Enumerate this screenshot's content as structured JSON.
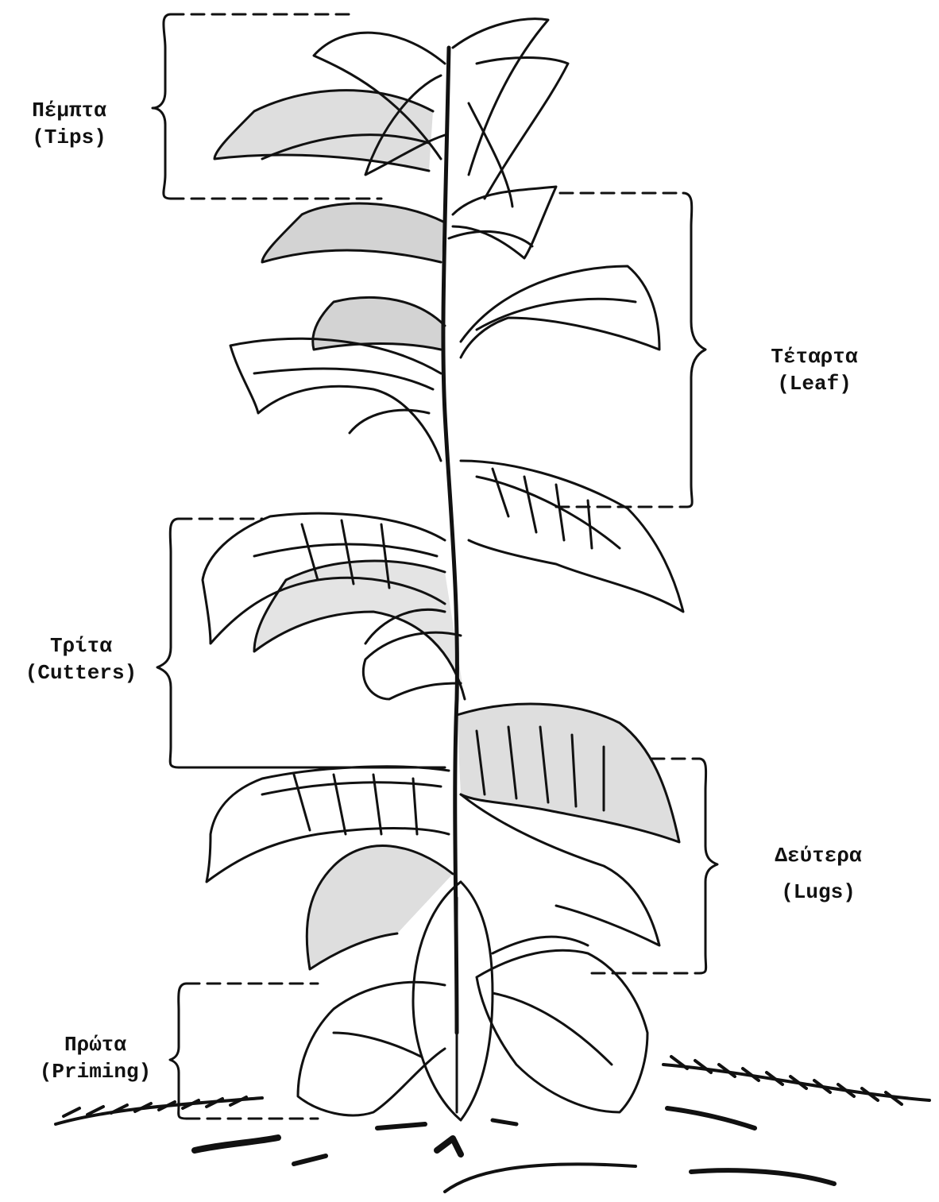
{
  "labels": {
    "tips": {
      "greek": "Πέμπτα",
      "english": "(Tips)"
    },
    "leaf": {
      "greek": "Τέταρτα",
      "english": "(Leaf)"
    },
    "cutters": {
      "greek": "Τρίτα",
      "english": "(Cutters)"
    },
    "lugs": {
      "greek": "Δεύτερα",
      "english": "(Lugs)"
    },
    "priming": {
      "greek": "Πρώτα",
      "english": "(Priming)"
    }
  },
  "colors": {
    "ink": "#111111",
    "paper": "#ffffff"
  }
}
